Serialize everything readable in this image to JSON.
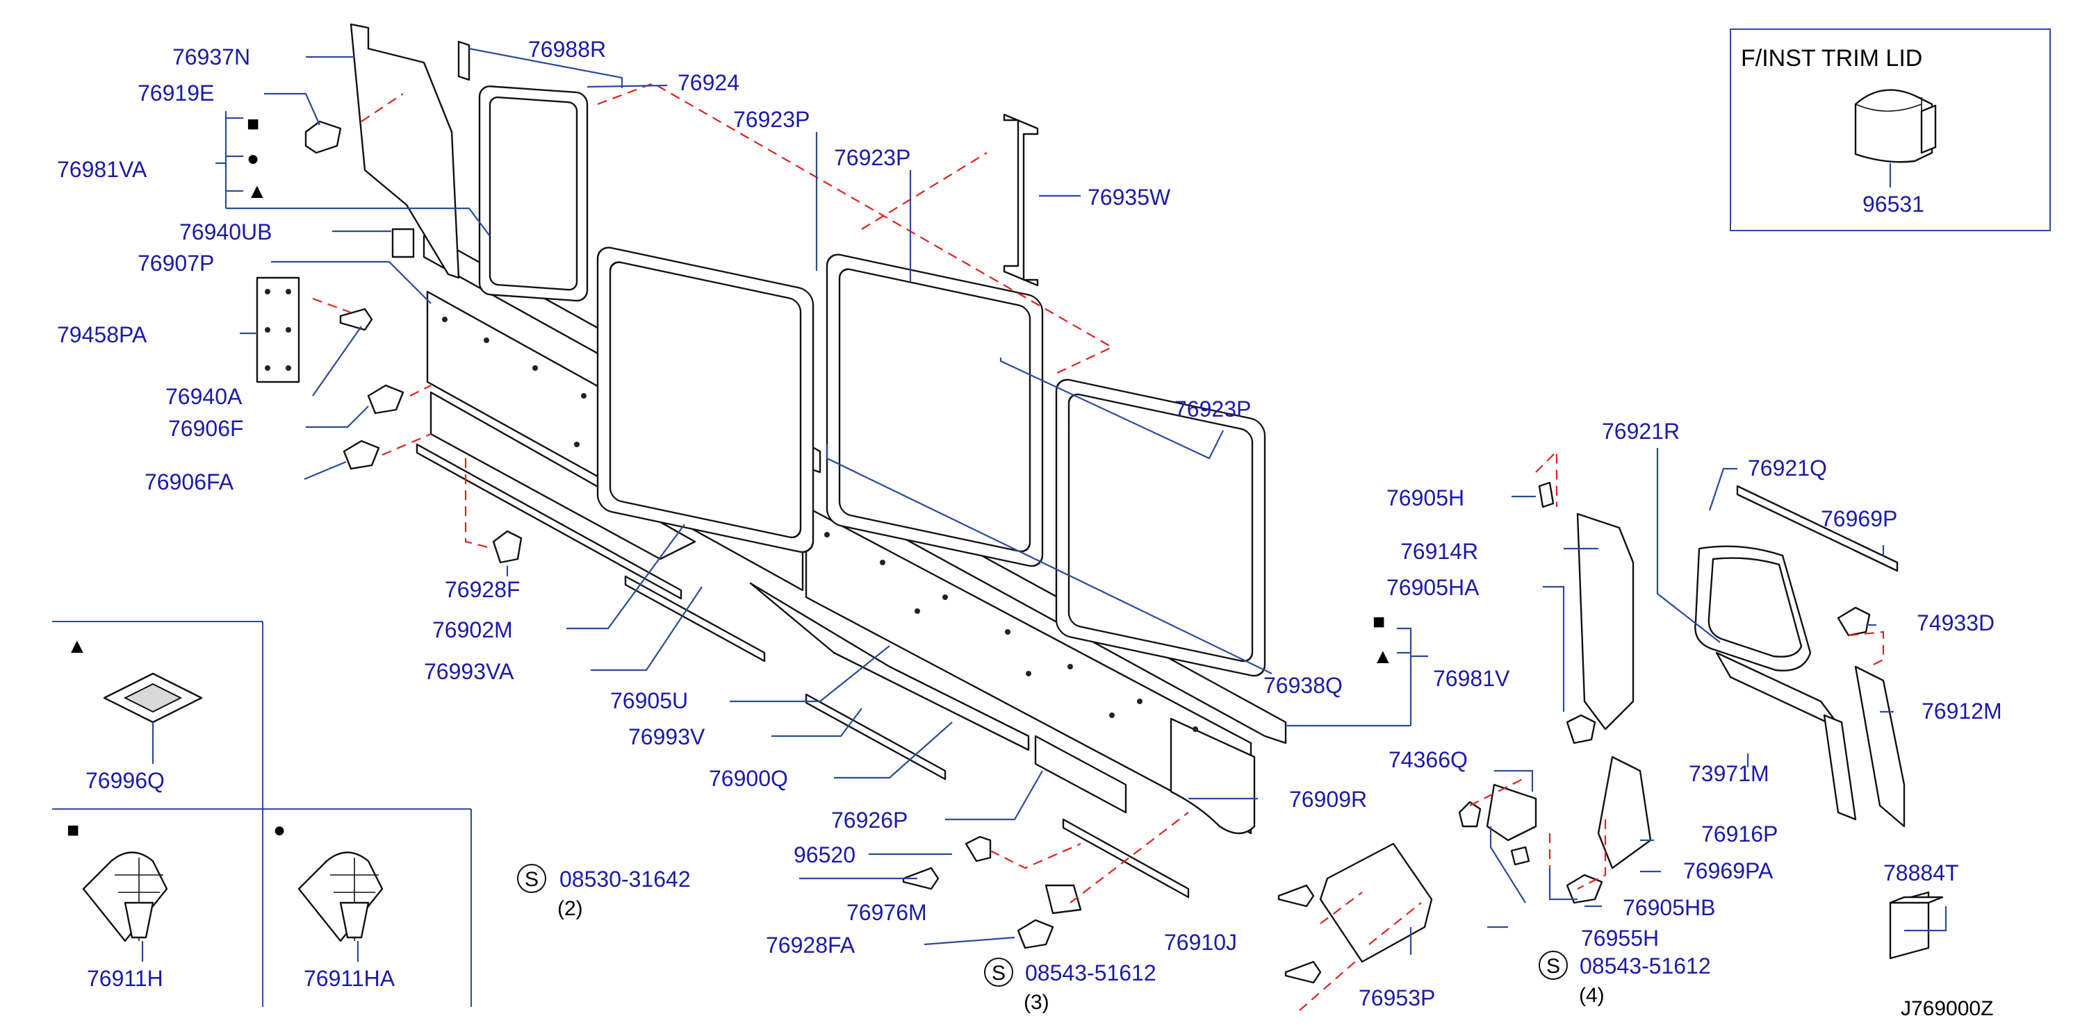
{
  "diagram_code": "J769000Z",
  "inset": {
    "title": "F/INST   TRIM   LID",
    "part": "96531"
  },
  "symbols": {
    "square": "■",
    "circle": "●",
    "triangle": "▲",
    "s": "S"
  },
  "labels": {
    "p76937N": "76937N",
    "p76988R": "76988R",
    "p76924": "76924",
    "p76919E": "76919E",
    "p76923P_a": "76923P",
    "p76923P_b": "76923P",
    "p76923P_c": "76923P",
    "p76981VA": "76981VA",
    "p76935W": "76935W",
    "p76940UB": "76940UB",
    "p76907P": "76907P",
    "p79458PA": "79458PA",
    "p76940A": "76940A",
    "p76906F": "76906F",
    "p76906FA": "76906FA",
    "p76928F": "76928F",
    "p76902M": "76902M",
    "p76993VA": "76993VA",
    "p76905U": "76905U",
    "p76993V": "76993V",
    "p76900Q": "76900Q",
    "p76926P": "76926P",
    "p96520": "96520",
    "p76976M": "76976M",
    "p76928FA": "76928FA",
    "p76910J": "76910J",
    "p76909R": "76909R",
    "p76938Q": "76938Q",
    "p76981V": "76981V",
    "p74366Q": "74366Q",
    "p76953P": "76953P",
    "p76955H": "76955H",
    "p76905HB": "76905HB",
    "p76969PA": "76969PA",
    "p76916P": "76916P",
    "p76921R": "76921R",
    "p76921Q": "76921Q",
    "p76969P": "76969P",
    "p74933D": "74933D",
    "p76912M": "76912M",
    "p73971M": "73971M",
    "p78884T": "78884T",
    "p76905H": "76905H",
    "p76914R": "76914R",
    "p76905HA": "76905HA",
    "p76996Q": "76996Q",
    "p76911H": "76911H",
    "p76911HA": "76911HA"
  },
  "screws": [
    {
      "code": "08530-31642",
      "qty": "(2)"
    },
    {
      "code": "08543-51612",
      "qty": "(3)"
    },
    {
      "code": "08543-51612",
      "qty": "(4)"
    }
  ]
}
